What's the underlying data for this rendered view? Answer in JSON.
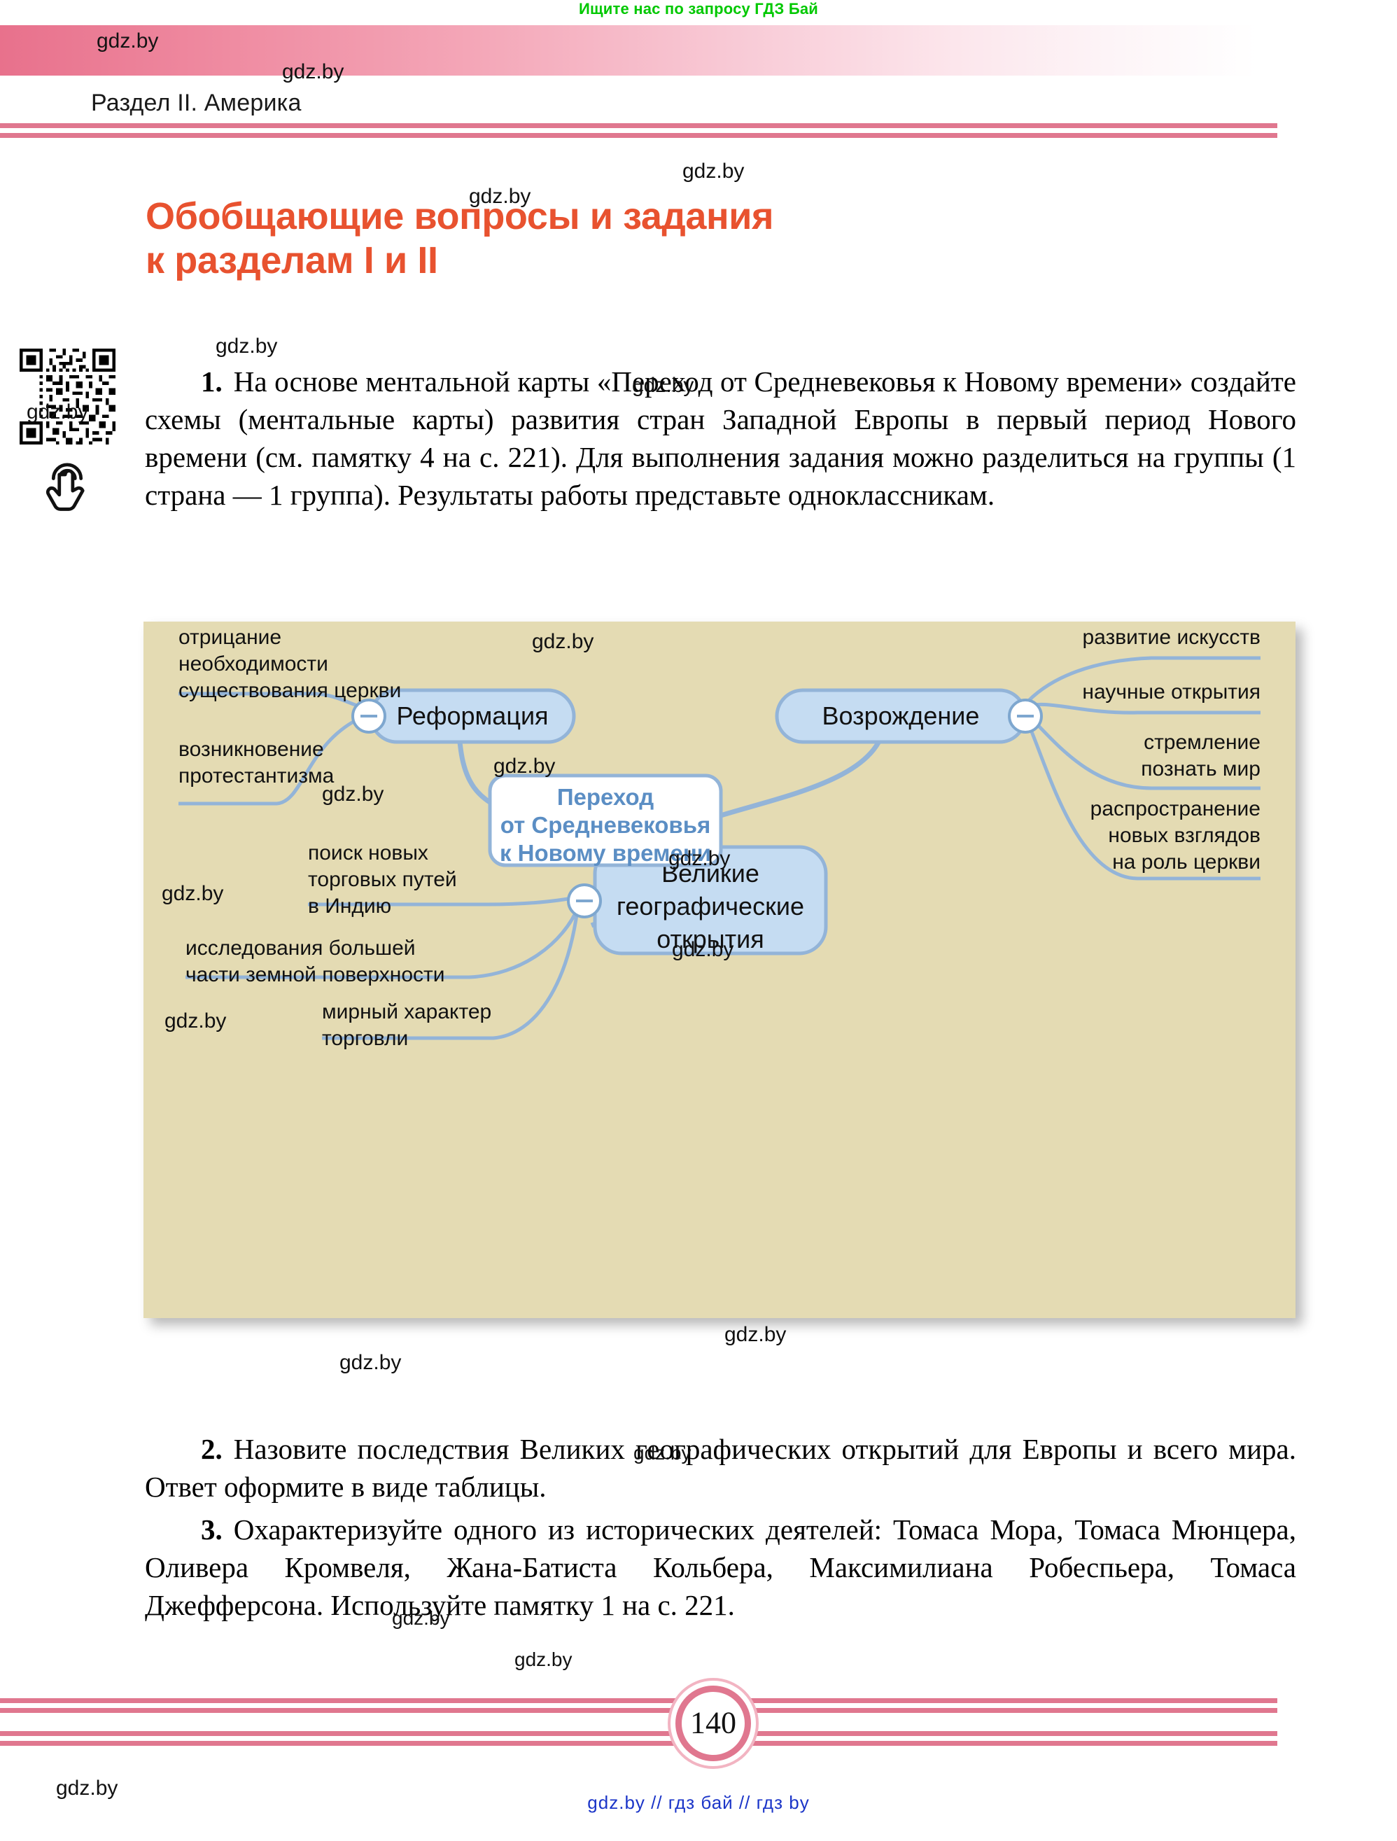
{
  "promo": {
    "text": "Ищите нас по запросу ГДЗ Бай",
    "color": "#00c800"
  },
  "header": {
    "running_head": "Раздел II. Америка",
    "rule_color": "#e0778f",
    "band_start_color": "#e8718c"
  },
  "title": {
    "line1": "Обобщающие вопросы и задания",
    "line2": "к разделам I и II",
    "color": "#e8522f"
  },
  "icons": {
    "qr": "qr-code-icon",
    "tap": "tap-hand-icon"
  },
  "questions": [
    {
      "num": "1.",
      "text": "На основе ментальной карты «Переход от Средневековья к Новому времени» создайте схемы (ментальные карты) развития стран Западной Европы в первый период Нового времени (см. памятку 4 на с. 221). Для выполнения задания можно разделиться на группы (1 страна — 1 группа). Результаты работы представьте одноклассникам."
    },
    {
      "num": "2.",
      "text": "Назовите последствия Великих географических открытий для Европы и всего мира. Ответ оформите в виде таблицы."
    },
    {
      "num": "3.",
      "text": "Охарактеризуйте одного из исторических деятелей: Томаса Мора, Томаса Мюнцера, Оливера Кромвеля, Жана-Батиста Кольбера, Максимилиана Робеспьера, Томаса Джефферсона. Используйте памятку 1 на с. 221."
    }
  ],
  "diagram": {
    "background": "#e4dbb3",
    "node_fill": "#c5dcf2",
    "branch_color": "#93b4d8",
    "center_text_color": "#5b8ec4",
    "center": {
      "line1": "Переход",
      "line2": "от Средневековья",
      "line3": "к Новому времени"
    },
    "nodes": [
      {
        "label": "Реформация",
        "leaves": [
          "отрицание",
          "необходимости",
          "существования церкви",
          "возникновение",
          "протестантизма"
        ]
      },
      {
        "label": "Возрождение",
        "leaves": [
          "развитие искусств",
          "научные открытия",
          "стремление",
          "познать мир",
          "распространение",
          "новых взглядов",
          "на роль церкви"
        ]
      },
      {
        "label_line1": "Великие",
        "label_line2": "географические",
        "label_line3": "открытия",
        "leaves": [
          "поиск новых",
          "торговых путей",
          "в Индию",
          "исследования большей",
          "части земной поверхности",
          "мирный характер",
          "торговли"
        ]
      }
    ],
    "leaf_texts": {
      "ref_1a": "отрицание",
      "ref_1b": "необходимости",
      "ref_1c": "существования церкви",
      "ref_2a": "возникновение",
      "ref_2b": "протестантизма",
      "voz_1": "развитие искусств",
      "voz_2": "научные открытия",
      "voz_3a": "стремление",
      "voz_3b": "познать мир",
      "voz_4a": "распространение",
      "voz_4b": "новых взглядов",
      "voz_4c": "на роль церкви",
      "geo_1a": "поиск новых",
      "geo_1b": "торговых путей",
      "geo_1c": "в Индию",
      "geo_2a": "исследования большей",
      "geo_2b": "части земной поверхности",
      "geo_3a": "мирный характер",
      "geo_3b": "торговли"
    },
    "node_labels": {
      "reformation": "Реформация",
      "renaissance": "Возрождение",
      "discoveries_1": "Великие",
      "discoveries_2": "географические",
      "discoveries_3": "открытия"
    },
    "watermarks": [
      "gdz.by",
      "gdz.by",
      "gdz.by",
      "gdz.by",
      "gdz.by",
      "gdz.by",
      "gdz.by"
    ]
  },
  "watermarks": {
    "w1": "gdz.by",
    "w2": "gdz.by",
    "w3": "gdz.by",
    "w4": "gdz.by",
    "w5": "gdz.by",
    "w6": "gdz.by",
    "w7": "gdz.by",
    "w8": "gdz.by",
    "w9": "gdz.by",
    "w10": "gdz.by",
    "w11": "gdz.by",
    "w12": "gdz.by"
  },
  "footer": {
    "page_number": "140",
    "links": "gdz.by  //  гдз бай  //  гдз by",
    "links_color": "#1b35c8"
  }
}
